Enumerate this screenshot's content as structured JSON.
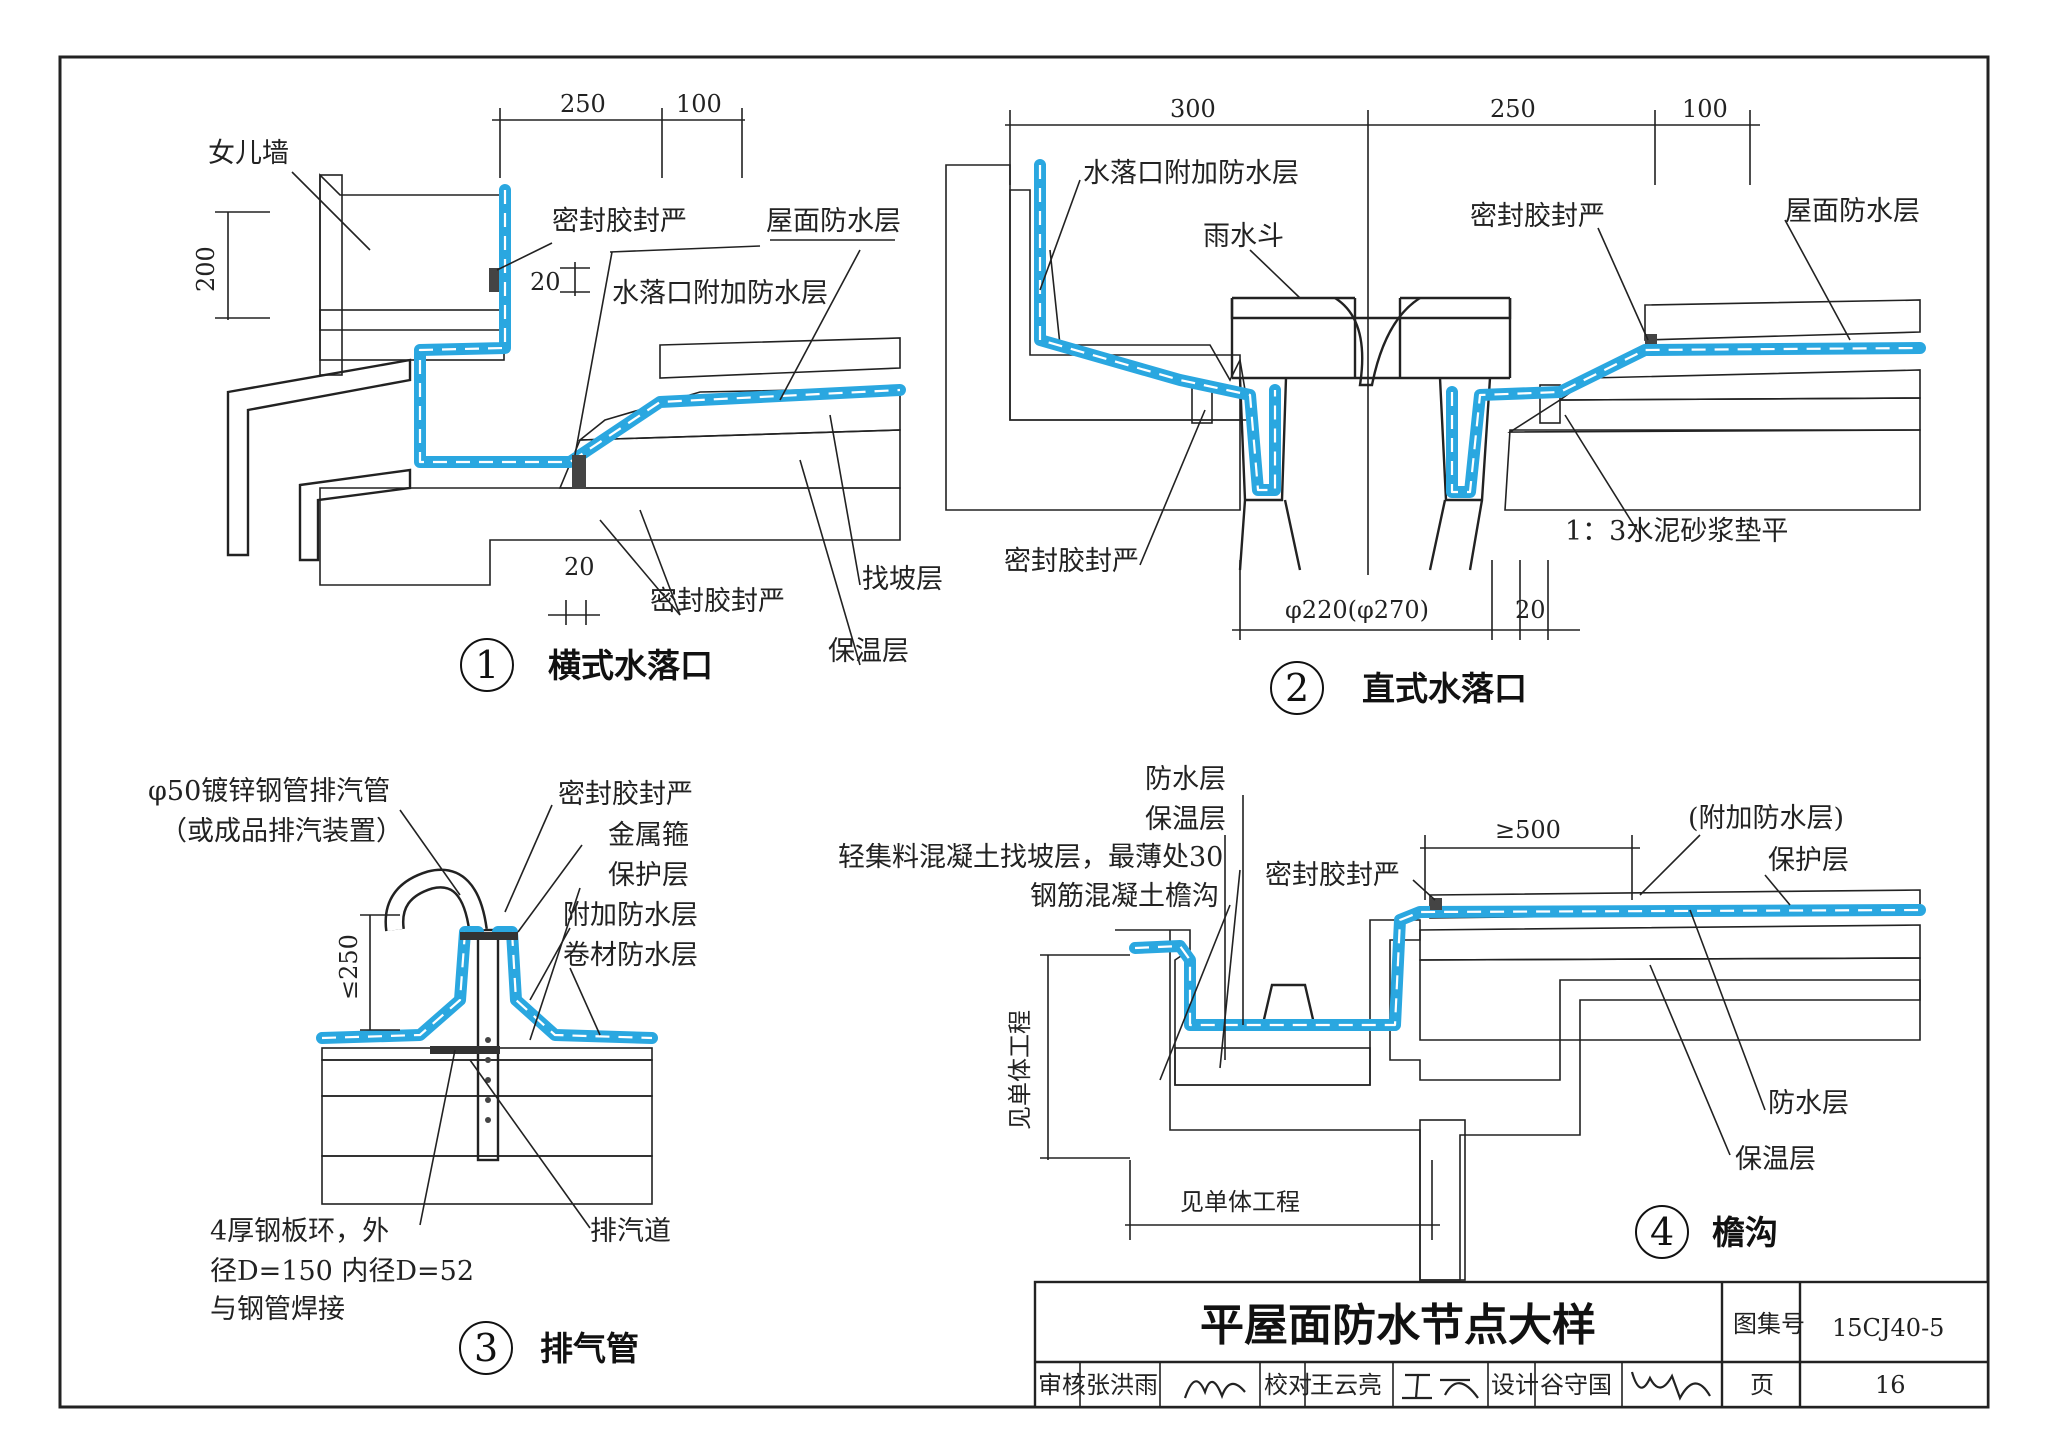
{
  "sheet": {
    "title": "平屋面防水节点大样",
    "atlas_label": "图集号",
    "atlas_no": "15CJ40-5",
    "page_label": "页",
    "page_no": "16",
    "review_label": "审核",
    "reviewer": "张洪雨",
    "check_label": "校对",
    "checker": "王云亮",
    "design_label": "设计",
    "designer": "谷守国"
  },
  "detail1": {
    "num": "1",
    "title": "横式水落口",
    "dims": {
      "d250": "250",
      "d100": "100",
      "d200": "200",
      "d20a": "20",
      "d20b": "20"
    },
    "labels": {
      "parapet": "女儿墙",
      "sealant_top": "密封胶封严",
      "roof_waterproof": "屋面防水层",
      "outlet_extra": "水落口附加防水层",
      "slope": "找坡层",
      "sealant_bottom": "密封胶封严",
      "insulation": "保温层"
    }
  },
  "detail2": {
    "num": "2",
    "title": "直式水落口",
    "dims": {
      "d300": "300",
      "d250": "250",
      "d100": "100",
      "dia": "φ220(φ270)",
      "d20": "20"
    },
    "labels": {
      "outlet_extra": "水落口附加防水层",
      "hopper": "雨水斗",
      "sealant_top": "密封胶封严",
      "roof_waterproof": "屋面防水层",
      "sealant_bottom": "密封胶封严",
      "mortar": "1：3水泥砂浆垫平"
    }
  },
  "detail3": {
    "num": "3",
    "title": "排气管",
    "dims": {
      "d250": "≤250"
    },
    "labels": {
      "pipe1": "φ50镀锌钢管排汽管",
      "pipe2": "（或成品排汽装置）",
      "sealant": "密封胶封严",
      "hoop": "金属箍",
      "protect": "保护层",
      "extra": "附加防水层",
      "membrane": "卷材防水层",
      "ring1": "4厚钢板环，外",
      "ring2": "径D=150 内径D=52",
      "ring3": "与钢管焊接",
      "channel": "排汽道"
    }
  },
  "detail4": {
    "num": "4",
    "title": "檐沟",
    "dims": {
      "d500": "≥500"
    },
    "labels": {
      "waterproof": "防水层",
      "insulation": "保温层",
      "lightweight": "轻集料混凝土找坡层，最薄处30",
      "gutter": "钢筋混凝土檐沟",
      "sealant": "密封胶封严",
      "extra": "(附加防水层)",
      "protect": "保护层",
      "waterproof2": "防水层",
      "insulation2": "保温层",
      "see_v": "见单体工程",
      "see_h": "见单体工程"
    }
  }
}
